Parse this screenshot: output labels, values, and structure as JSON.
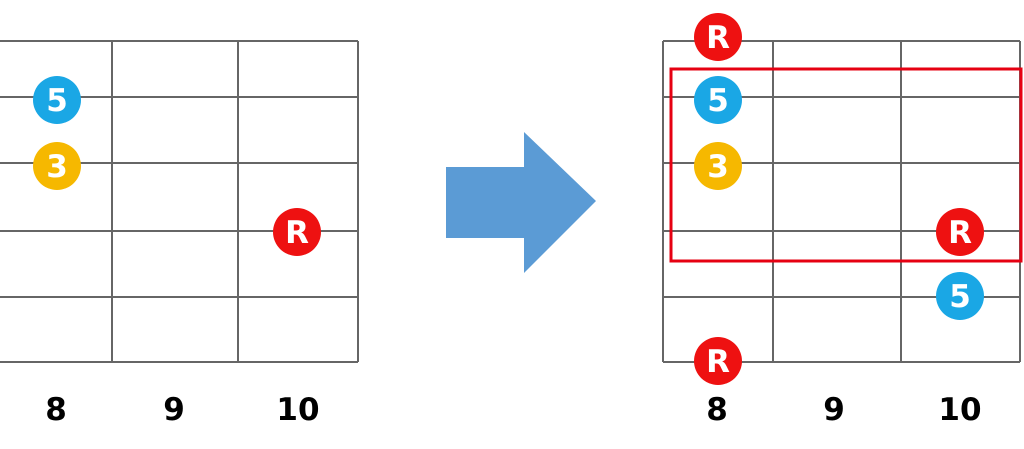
{
  "colors": {
    "grid_line": "#666666",
    "root": "#EE1111",
    "fifth": "#1AA7E5",
    "third": "#F6B800",
    "arrow": "#5B9BD5",
    "highlight_box": "#E60012"
  },
  "left_diagram": {
    "fret_labels": [
      "8",
      "9",
      "10"
    ],
    "notes": [
      {
        "label": "5",
        "kind": "fifth",
        "string": 1,
        "fret": "8"
      },
      {
        "label": "3",
        "kind": "third",
        "string": 2,
        "fret": "8"
      },
      {
        "label": "R",
        "kind": "root",
        "string": 3,
        "fret": "10"
      }
    ]
  },
  "right_diagram": {
    "fret_labels": [
      "8",
      "9",
      "10"
    ],
    "notes": [
      {
        "label": "R",
        "kind": "root",
        "string": 0,
        "fret": "8"
      },
      {
        "label": "5",
        "kind": "fifth",
        "string": 1,
        "fret": "8"
      },
      {
        "label": "3",
        "kind": "third",
        "string": 2,
        "fret": "8"
      },
      {
        "label": "R",
        "kind": "root",
        "string": 3,
        "fret": "10"
      },
      {
        "label": "5",
        "kind": "fifth",
        "string": 4,
        "fret": "10"
      },
      {
        "label": "R",
        "kind": "root",
        "string": 5,
        "fret": "8"
      }
    ]
  },
  "arrow": {
    "icon": "right-arrow-icon"
  }
}
